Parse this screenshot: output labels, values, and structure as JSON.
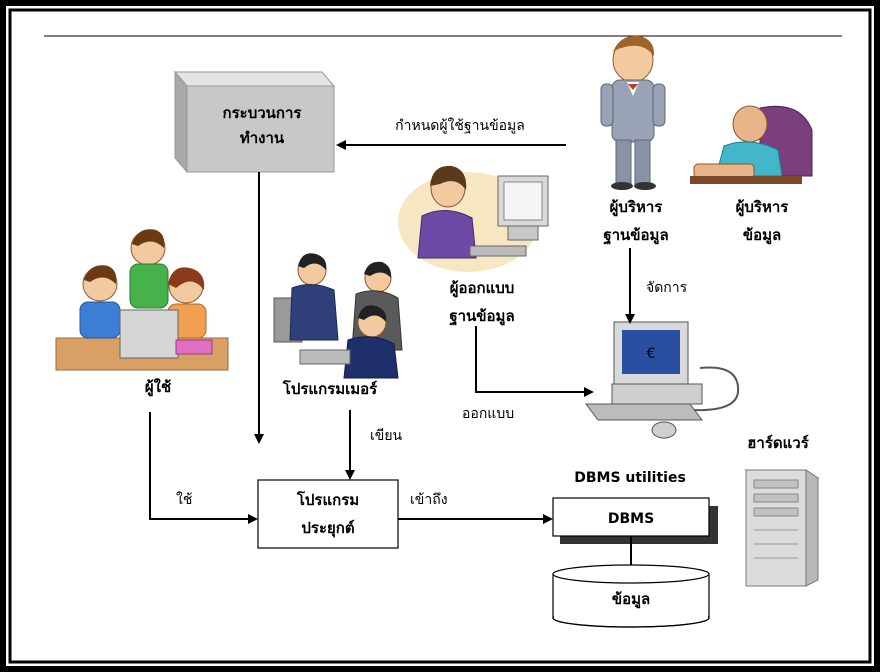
{
  "nodes": {
    "work_process": [
      "กระบวนการ",
      "ทำงาน"
    ],
    "db_admin": [
      "ผู้บริหาร",
      "ฐานข้อมูล"
    ],
    "data_admin": [
      "ผู้บริหาร",
      "ข้อมูล"
    ],
    "db_designer": [
      "ผู้ออกแบบ",
      "ฐานข้อมูล"
    ],
    "end_user": "ผู้ใช้",
    "programmer": "โปรแกรมเมอร์",
    "app_program": [
      "โปรแกรม",
      "ประยุกต์"
    ],
    "dbms_utilities": "DBMS utilities",
    "dbms": "DBMS",
    "data_store": "ข้อมูล",
    "hardware": "ฮาร์ดแวร์"
  },
  "edges": {
    "define_users": "กำหนดผู้ใช้ฐานข้อมูล",
    "manage": "จัดการ",
    "design": "ออกแบบ",
    "write": "เขียน",
    "use": "ใช้",
    "access": "เข้าถึง"
  },
  "colors": {
    "frame": "#000000",
    "canvas": "#ffffff",
    "process_box": "#c8c8c8",
    "arrow": "#000000"
  }
}
